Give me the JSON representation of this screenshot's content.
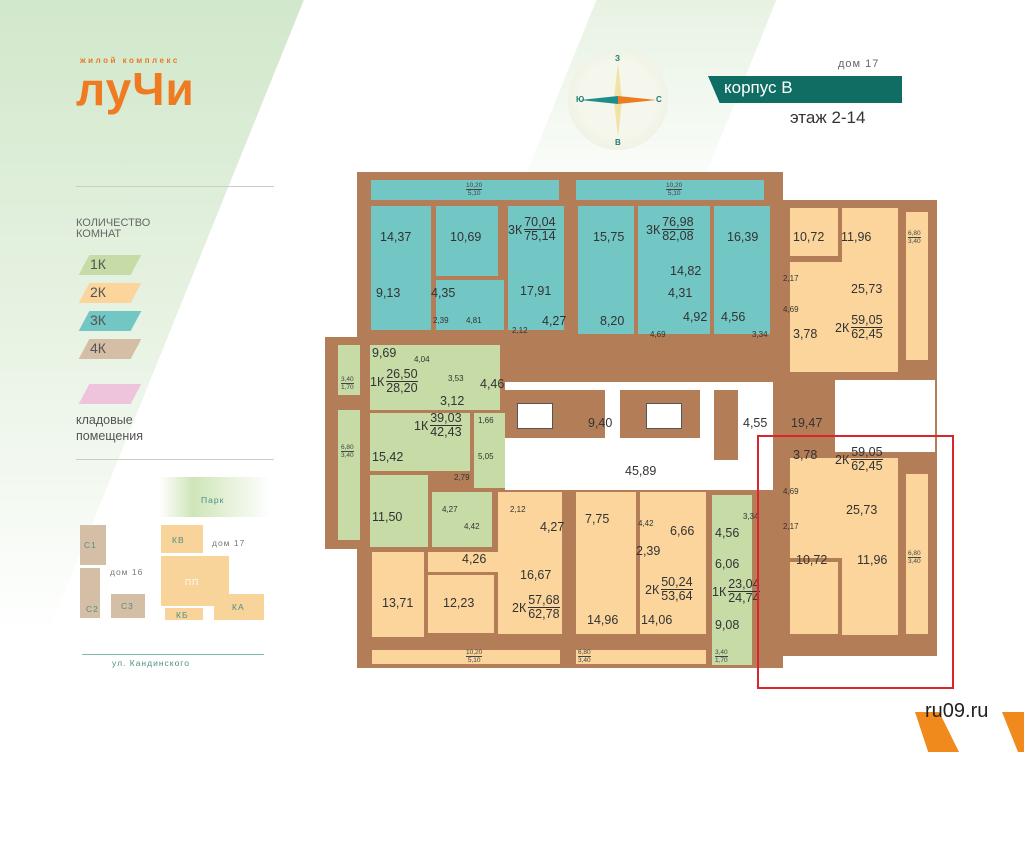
{
  "header": {
    "logo_subtitle": "жилой комплекс",
    "logo": "луЧи",
    "house": "дом 17",
    "building": "корпус В",
    "floors": "этаж 2-14"
  },
  "compass": {
    "north": "С",
    "south": "Ю",
    "east": "В",
    "west": "З"
  },
  "legend": {
    "title_line1": "КОЛИЧЕСТВО",
    "title_line2": "КОМНАТ",
    "items": [
      {
        "label": "1К",
        "color": "#c6dba5"
      },
      {
        "label": "2К",
        "color": "#fbd59c"
      },
      {
        "label": "3К",
        "color": "#72c6c4"
      },
      {
        "label": "4К",
        "color": "#d5bea6"
      }
    ],
    "storage_color": "#eec3dc",
    "storage_line1": "кладовые",
    "storage_line2": "помещения"
  },
  "site_plan": {
    "park": "Парк",
    "house17": "дом 17",
    "house16": "дом 16",
    "street": "ул. Кандинского",
    "blocks": [
      "С1",
      "С2",
      "С3",
      "КВ",
      "ПП",
      "КБ",
      "КА"
    ]
  },
  "apartments": [
    {
      "type": "3К",
      "living": "70,04",
      "total": "75,14"
    },
    {
      "type": "3К",
      "living": "76,98",
      "total": "82,08"
    },
    {
      "type": "1К",
      "living": "26,50",
      "total": "28,20"
    },
    {
      "type": "1К",
      "living": "39,03",
      "total": "42,43"
    },
    {
      "type": "2К",
      "living": "57,68",
      "total": "62,78"
    },
    {
      "type": "2К",
      "living": "50,24",
      "total": "53,64"
    },
    {
      "type": "1К",
      "living": "23,04",
      "total": "24,74"
    },
    {
      "type": "2К",
      "living": "59,05",
      "total": "62,45"
    },
    {
      "type": "2К",
      "living": "59,05",
      "total": "62,45"
    }
  ],
  "rooms": [
    "14,37",
    "10,69",
    "15,75",
    "16,39",
    "9,13",
    "4,35",
    "17,91",
    "14,82",
    "4,31",
    "4,27",
    "8,20",
    "4,92",
    "4,56",
    "9,69",
    "4,46",
    "3,12",
    "15,42",
    "9,40",
    "45,89",
    "4,55",
    "19,47",
    "11,50",
    "4,27",
    "7,75",
    "6,66",
    "2,39",
    "4,56",
    "6,06",
    "4,26",
    "16,67",
    "13,71",
    "12,23",
    "14,96",
    "14,06",
    "9,08",
    "10,72",
    "11,96",
    "25,73",
    "3,78",
    "3,78",
    "25,73",
    "10,72",
    "11,96"
  ],
  "small_rooms": [
    "2,39",
    "4,81",
    "2,12",
    "4,69",
    "3,34",
    "4,04",
    "3,53",
    "1,66",
    "5,05",
    "2,79",
    "4,27",
    "4,42",
    "2,12",
    "4,42",
    "3,34",
    "2,17",
    "4,69",
    "4,69",
    "2,17"
  ],
  "balconies": [
    {
      "a": "10,20",
      "b": "5,10"
    },
    {
      "a": "10,20",
      "b": "5,10"
    },
    {
      "a": "3,40",
      "b": "1,70"
    },
    {
      "a": "6,80",
      "b": "3,40"
    },
    {
      "a": "10,20",
      "b": "5,10"
    },
    {
      "a": "6,80",
      "b": "3,40"
    },
    {
      "a": "3,40",
      "b": "1,70"
    },
    {
      "a": "6,80",
      "b": "3,40"
    },
    {
      "a": "6,80",
      "b": "3,40"
    }
  ],
  "watermark": "ru09.ru",
  "highlight_color": "#d9252b"
}
